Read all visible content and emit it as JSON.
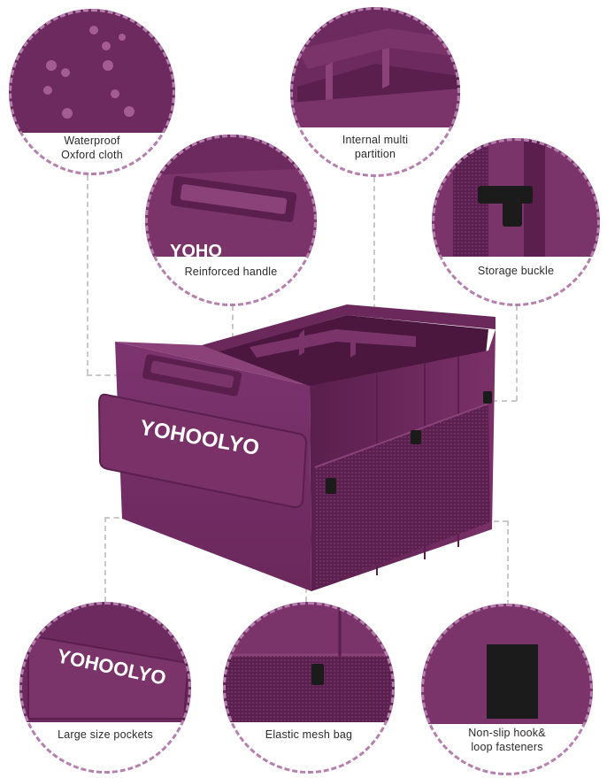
{
  "brand": "YOHOOLYO",
  "colors": {
    "fabric": "#6d2a5e",
    "fabric_dark": "#4f1a44",
    "fabric_light": "#8a4279",
    "ring": "#b57fae",
    "leader": "#c9c9c9"
  },
  "features": [
    {
      "id": "waterproof",
      "line1": "Waterproof",
      "line2": "Oxford cloth",
      "icon": "water-droplets-icon"
    },
    {
      "id": "partition",
      "line1": "Internal multi",
      "line2": "partition",
      "icon": "partition-icon"
    },
    {
      "id": "handle",
      "line1": "Reinforced handle",
      "line2": "",
      "icon": "handle-icon"
    },
    {
      "id": "buckle",
      "line1": "Storage buckle",
      "line2": "",
      "icon": "buckle-icon"
    },
    {
      "id": "pockets",
      "line1": "Large size pockets",
      "line2": "",
      "icon": "pocket-icon"
    },
    {
      "id": "mesh",
      "line1": "Elastic mesh bag",
      "line2": "",
      "icon": "mesh-icon"
    },
    {
      "id": "hookloop",
      "line1": "Non-slip hook&",
      "line2": "loop fasteners",
      "icon": "velcro-icon"
    }
  ]
}
